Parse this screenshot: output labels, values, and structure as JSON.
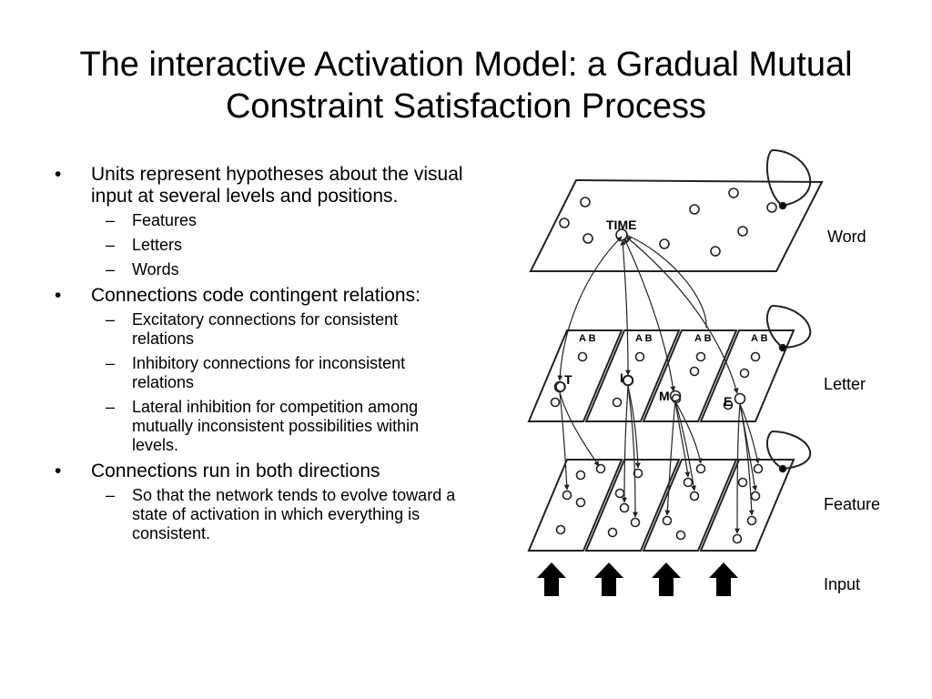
{
  "slide": {
    "title": "The interactive Activation Model: a Gradual Mutual Constraint Satisfaction Process"
  },
  "bullets": [
    {
      "text": "Units represent hypotheses about the visual input at several levels and positions.",
      "subs": [
        "Features",
        "Letters",
        "Words"
      ]
    },
    {
      "text": "Connections code contingent relations:",
      "subs": [
        "Excitatory connections for consistent relations",
        "Inhibitory connections for inconsistent relations",
        "Lateral inhibition for competition among mutually inconsistent possibilities within levels."
      ]
    },
    {
      "text": "Connections run in both directions",
      "subs": [
        "So that the network tends to evolve toward a state of activation in which everything is consistent."
      ]
    }
  ],
  "figure": {
    "level_labels": {
      "word": "Word",
      "letter": "Letter",
      "feature": "Feature",
      "input": "Input"
    },
    "word_node_label": "TIME",
    "letter_node_labels": [
      "T",
      "I",
      "M",
      "E"
    ],
    "letter_header": [
      "A B",
      "A B",
      "A B",
      "A B"
    ]
  }
}
